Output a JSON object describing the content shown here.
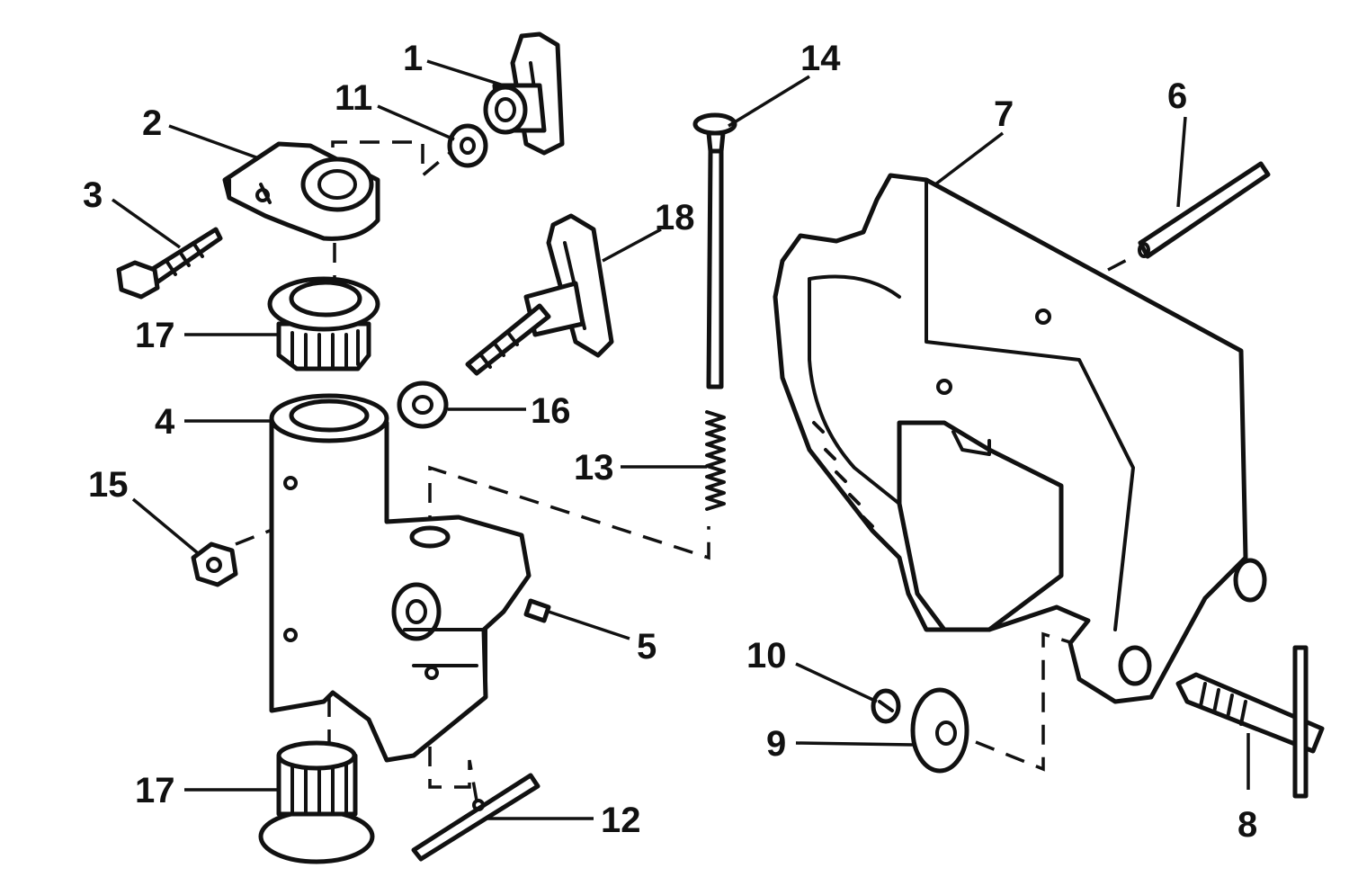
{
  "callouts": [
    {
      "id": "c1",
      "text": "1"
    },
    {
      "id": "c2",
      "text": "2"
    },
    {
      "id": "c3",
      "text": "3"
    },
    {
      "id": "c4",
      "text": "4"
    },
    {
      "id": "c5",
      "text": "5"
    },
    {
      "id": "c6",
      "text": "6"
    },
    {
      "id": "c7",
      "text": "7"
    },
    {
      "id": "c8",
      "text": "8"
    },
    {
      "id": "c9",
      "text": "9"
    },
    {
      "id": "c10",
      "text": "10"
    },
    {
      "id": "c11",
      "text": "11"
    },
    {
      "id": "c12",
      "text": "12"
    },
    {
      "id": "c13",
      "text": "13"
    },
    {
      "id": "c14",
      "text": "14"
    },
    {
      "id": "c15",
      "text": "15"
    },
    {
      "id": "c16",
      "text": "16"
    },
    {
      "id": "c17a",
      "text": "17"
    },
    {
      "id": "c17b",
      "text": "17"
    },
    {
      "id": "c18",
      "text": "18"
    }
  ],
  "colors": {
    "ink": "#111111",
    "paper": "#ffffff"
  }
}
